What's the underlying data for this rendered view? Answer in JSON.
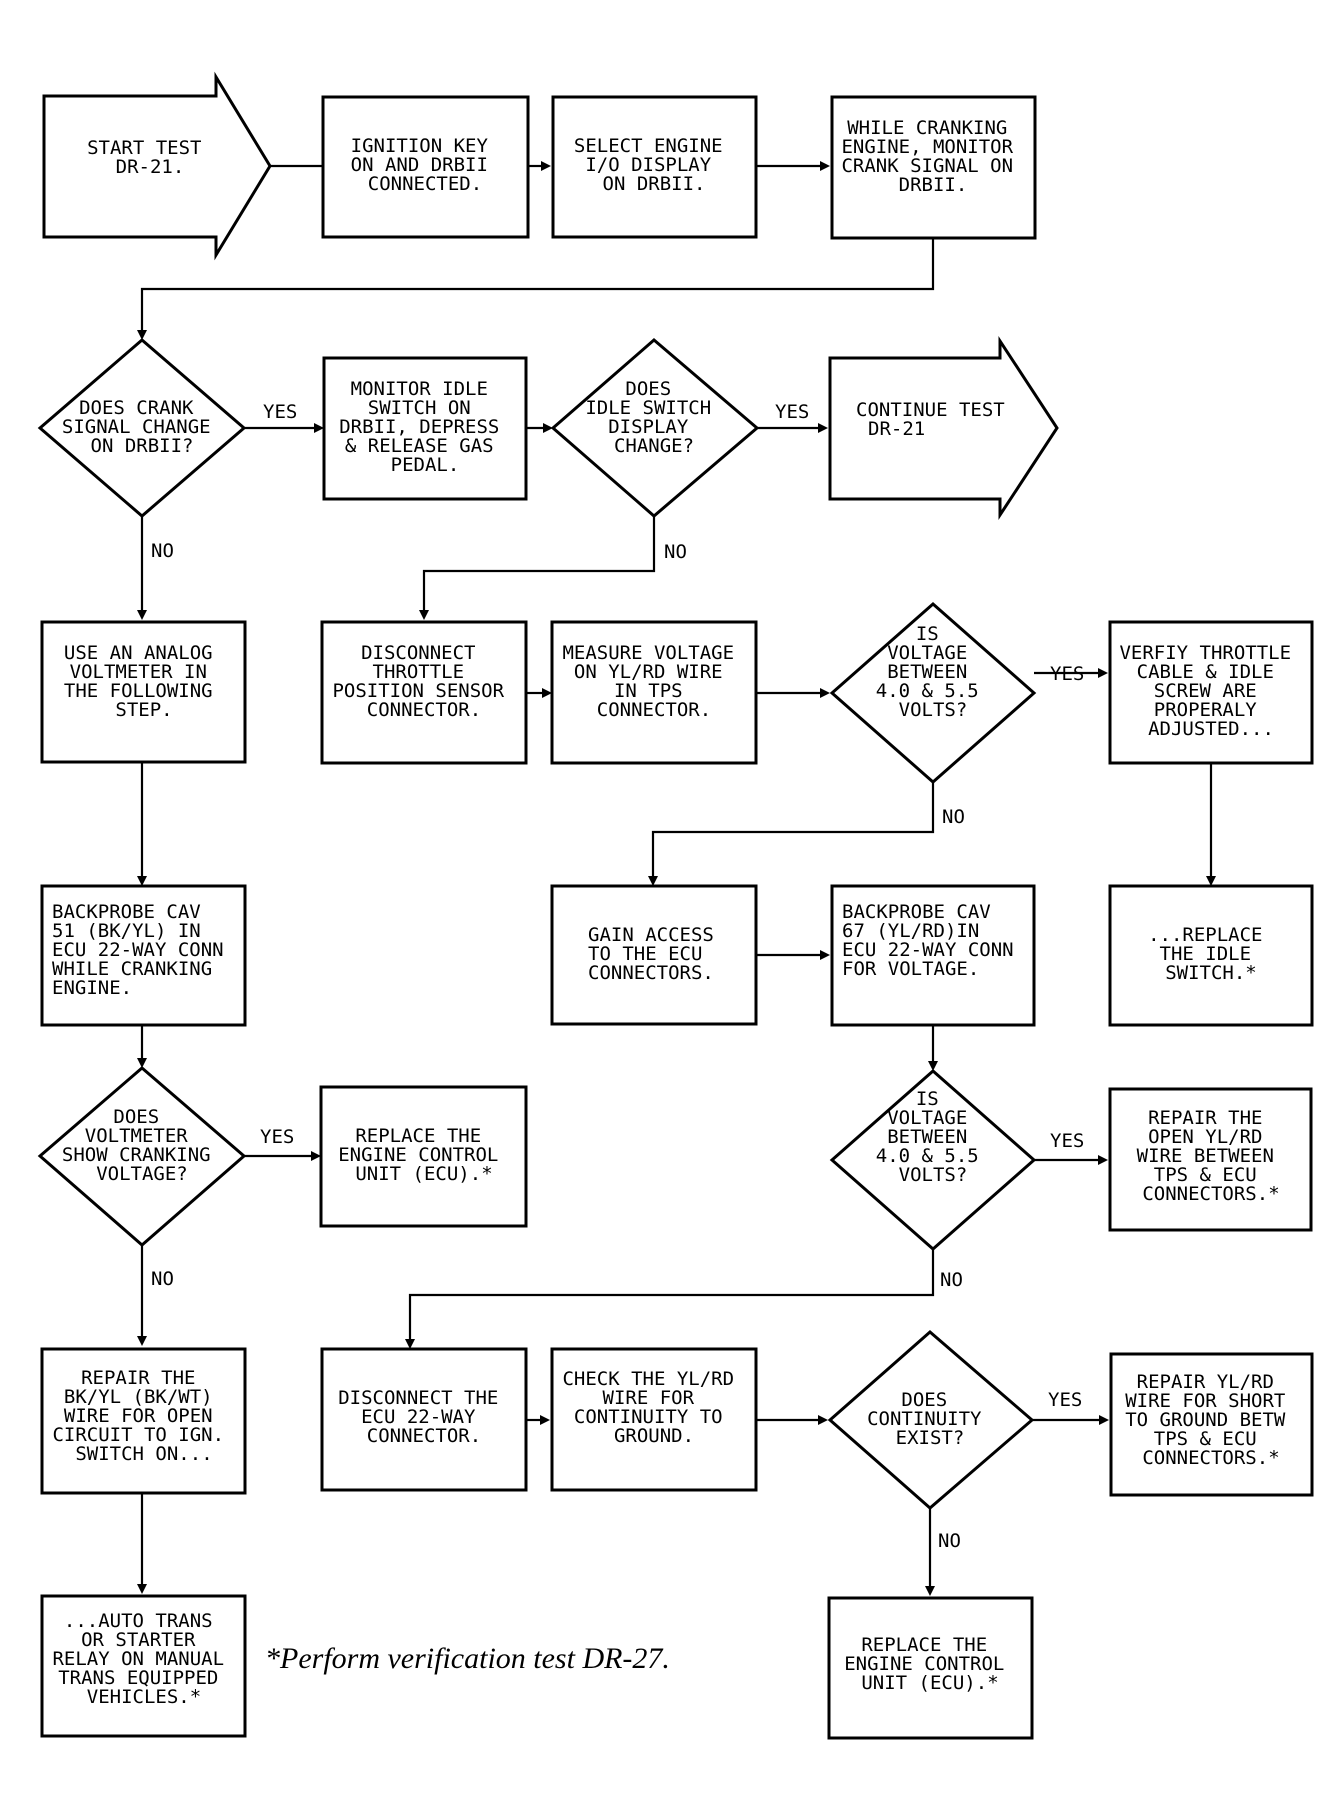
{
  "nodes": {
    "start": [
      "START TEST",
      "DR-21."
    ],
    "ignition": [
      "IGNITION KEY",
      "ON AND DRBII",
      "CONNECTED."
    ],
    "select": [
      "SELECT ENGINE",
      "I/O DISPLAY",
      "ON DRBII."
    ],
    "cranking": [
      "WHILE CRANKING",
      "ENGINE, MONITOR",
      "CRANK SIGNAL ON",
      "DRBII."
    ],
    "q_crank": [
      "DOES CRANK",
      "SIGNAL CHANGE",
      "ON DRBII?"
    ],
    "monitor_idle": [
      "MONITOR IDLE",
      "SWITCH ON",
      "DRBII, DEPRESS",
      "& RELEASE GAS",
      "PEDAL."
    ],
    "q_idle": [
      "DOES",
      "IDLE SWITCH",
      "DISPLAY",
      "CHANGE?"
    ],
    "continue": [
      "CONTINUE TEST",
      "DR-21"
    ],
    "analog": [
      "USE AN ANALOG",
      "VOLTMETER IN",
      "THE FOLLOWING",
      "STEP."
    ],
    "disconnect_tps": [
      "DISCONNECT",
      "THROTTLE",
      "POSITION SENSOR",
      "CONNECTOR."
    ],
    "measure": [
      "MEASURE VOLTAGE",
      "ON YL/RD WIRE",
      "IN TPS",
      "CONNECTOR."
    ],
    "q_voltage1": [
      "IS",
      "VOLTAGE",
      "BETWEEN",
      "4.0 & 5.5",
      "VOLTS?"
    ],
    "verify": [
      "VERFIY THROTTLE",
      "CABLE & IDLE",
      "SCREW ARE",
      "PROPERALY",
      "ADJUSTED..."
    ],
    "backprobe51": [
      "BACKPROBE CAV",
      "51 (BK/YL) IN",
      "ECU 22-WAY CONN",
      "WHILE CRANKING",
      "ENGINE."
    ],
    "gain": [
      "GAIN ACCESS",
      "TO THE ECU",
      "CONNECTORS."
    ],
    "backprobe67": [
      "BACKPROBE CAV",
      "67 (YL/RD)IN",
      "ECU 22-WAY CONN",
      "FOR VOLTAGE."
    ],
    "replace_idle": [
      "...REPLACE",
      "THE IDLE",
      "SWITCH.*"
    ],
    "q_voltmeter": [
      "DOES",
      "VOLTMETER",
      "SHOW CRANKING",
      "VOLTAGE?"
    ],
    "replace_ecu1": [
      "REPLACE THE",
      "ENGINE CONTROL",
      "UNIT (ECU).*"
    ],
    "q_voltage2": [
      "IS",
      "VOLTAGE",
      "BETWEEN",
      "4.0 & 5.5",
      "VOLTS?"
    ],
    "repair_open": [
      "REPAIR THE",
      "OPEN YL/RD",
      "WIRE BETWEEN",
      "TPS & ECU",
      "CONNECTORS.*"
    ],
    "repair_bkyl": [
      "REPAIR THE",
      "BK/YL (BK/WT)",
      "WIRE FOR OPEN",
      "CIRCUIT TO IGN.",
      "SWITCH ON..."
    ],
    "disconnect_ecu": [
      "DISCONNECT THE",
      "ECU 22-WAY",
      "CONNECTOR."
    ],
    "check_continuity": [
      "CHECK THE YL/RD",
      "WIRE FOR",
      "CONTINUITY TO",
      "GROUND."
    ],
    "q_continuity": [
      "DOES",
      "CONTINUITY",
      "EXIST?"
    ],
    "repair_short": [
      "REPAIR YL/RD",
      "WIRE FOR SHORT",
      "TO GROUND BETW",
      "TPS & ECU",
      "CONNECTORS.*"
    ],
    "auto_trans": [
      "...AUTO TRANS",
      "OR STARTER",
      "RELAY ON MANUAL",
      "TRANS EQUIPPED",
      "VEHICLES.*"
    ],
    "replace_ecu2": [
      "REPLACE THE",
      "ENGINE CONTROL",
      "UNIT (ECU).*"
    ]
  },
  "edge_labels": {
    "q_crank_yes": "YES",
    "q_crank_no": "NO",
    "q_idle_yes": "YES",
    "q_idle_no": "NO",
    "q_voltage1_yes": "YES",
    "q_voltage1_no": "NO",
    "q_voltmeter_yes": "YES",
    "q_voltmeter_no": "NO",
    "q_voltage2_yes": "YES",
    "q_voltage2_no": "NO",
    "q_continuity_yes": "YES",
    "q_continuity_no": "NO"
  },
  "footnote": "*Perform verification test DR-27."
}
